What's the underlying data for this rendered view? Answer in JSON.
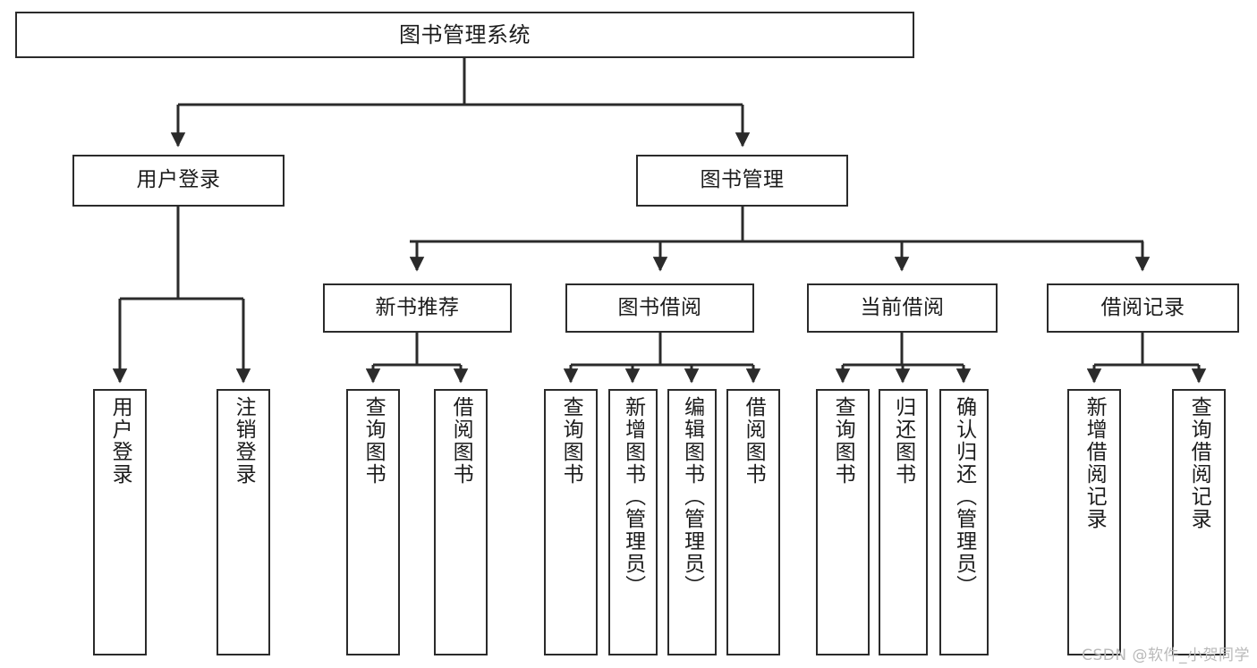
{
  "diagram": {
    "title": "图书管理系统",
    "watermark": "CSDN @软件_小贺同学",
    "line_color": "#2b2b2b",
    "box_fill": "#ffffff",
    "text_color": "#1c1c1c",
    "watermark_color": "#b9b9b9"
  },
  "nodes": {
    "root": {
      "label": "图书管理系统"
    },
    "level2": [
      {
        "label": "用户登录"
      },
      {
        "label": "图书管理"
      }
    ],
    "level3": [
      {
        "label": "新书推荐"
      },
      {
        "label": "图书借阅"
      },
      {
        "label": "当前借阅"
      },
      {
        "label": "借阅记录"
      }
    ],
    "leaves_user_login": [
      {
        "label": "用户登录"
      },
      {
        "label": "注销登录"
      }
    ],
    "leaves_new_book": [
      {
        "label": "查询图书"
      },
      {
        "label": "借阅图书"
      }
    ],
    "leaves_borrow": [
      {
        "label": "查询图书"
      },
      {
        "label": "新增图书（管理员）"
      },
      {
        "label": "编辑图书（管理员）"
      },
      {
        "label": "借阅图书"
      }
    ],
    "leaves_current": [
      {
        "label": "查询图书"
      },
      {
        "label": "归还图书"
      },
      {
        "label": "确认归还（管理员）"
      }
    ],
    "leaves_records": [
      {
        "label": "新增借阅记录"
      },
      {
        "label": "查询借阅记录"
      }
    ]
  }
}
